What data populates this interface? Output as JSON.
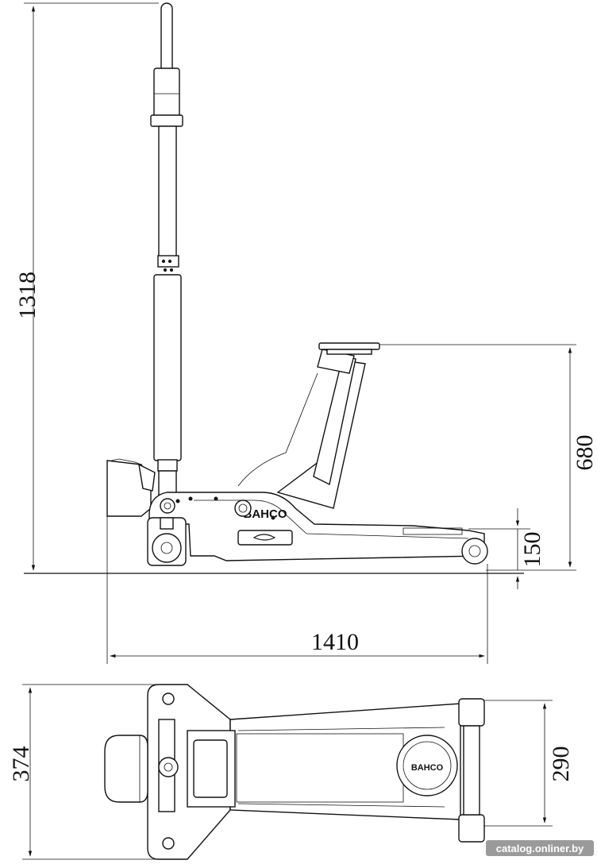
{
  "dimensions": {
    "overall_height": "1318",
    "saddle_height": "680",
    "min_height": "150",
    "length": "1410",
    "width_overall": "374",
    "width_frame": "290"
  },
  "brand": {
    "side_logo": "BAHCO",
    "top_logo": "BAHCO"
  },
  "watermark": "catalog.onliner.by",
  "colors": {
    "line": "#111111",
    "background": "#ffffff"
  }
}
